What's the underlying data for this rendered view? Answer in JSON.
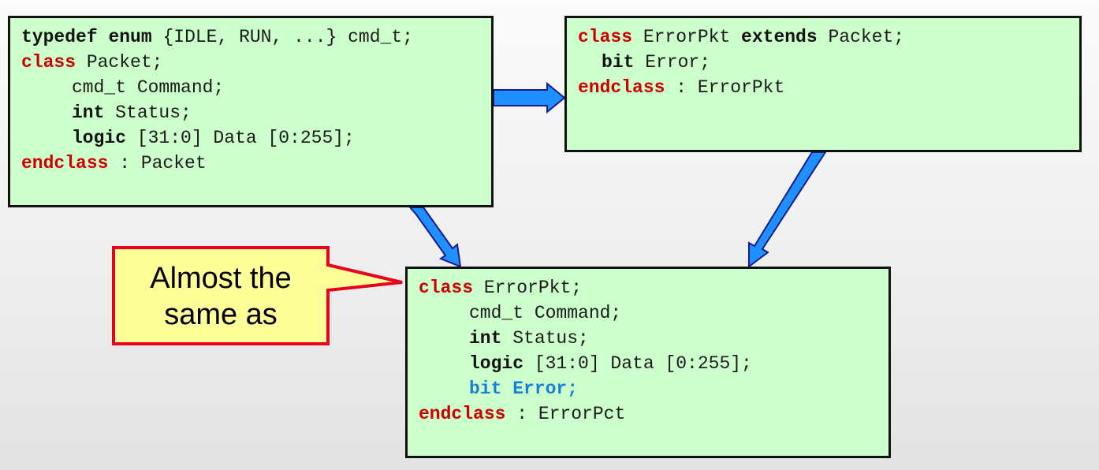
{
  "colors": {
    "box_fill": "#ccffcc",
    "keyword_red": "#cc0000",
    "highlight_blue": "#1a7fd8",
    "arrow_blue": "#1e90ff",
    "callout_fill": "#ffff99",
    "callout_border": "#e8001c"
  },
  "packet_box": {
    "l1_kw1": "typedef",
    "l1_kw2": "enum",
    "l1_rest": " {IDLE, RUN, ...} cmd_t;",
    "l2_kw": "class",
    "l2_rest": " Packet;",
    "l3_text": "cmd_t Command;",
    "l4_kw": "int",
    "l4_rest": " Status;",
    "l5_kw": "logic",
    "l5_rest": " [31:0] Data [0:255];",
    "l6_kw": "endclass",
    "l6_rest": " : Packet"
  },
  "errorpkt_box": {
    "l1_kw1": "class",
    "l1_mid": " ErrorPkt ",
    "l1_kw2": "extends",
    "l1_rest": " Packet;",
    "l2_kw": "bit",
    "l2_rest": " Error;",
    "l3_kw": "endclass",
    "l3_rest": " : ErrorPkt"
  },
  "result_box": {
    "l1_kw": "class",
    "l1_rest": " ErrorPkt;",
    "l2_text": "cmd_t Command;",
    "l3_kw": "int",
    "l3_rest": " Status;",
    "l4_kw": "logic",
    "l4_rest": " [31:0] Data [0:255];",
    "l5_kw": "bit",
    "l5_rest": " Error;",
    "l6_kw": "endclass",
    "l6_rest": " : ErrorPct"
  },
  "callout": {
    "line1": "Almost the",
    "line2": "same as"
  }
}
